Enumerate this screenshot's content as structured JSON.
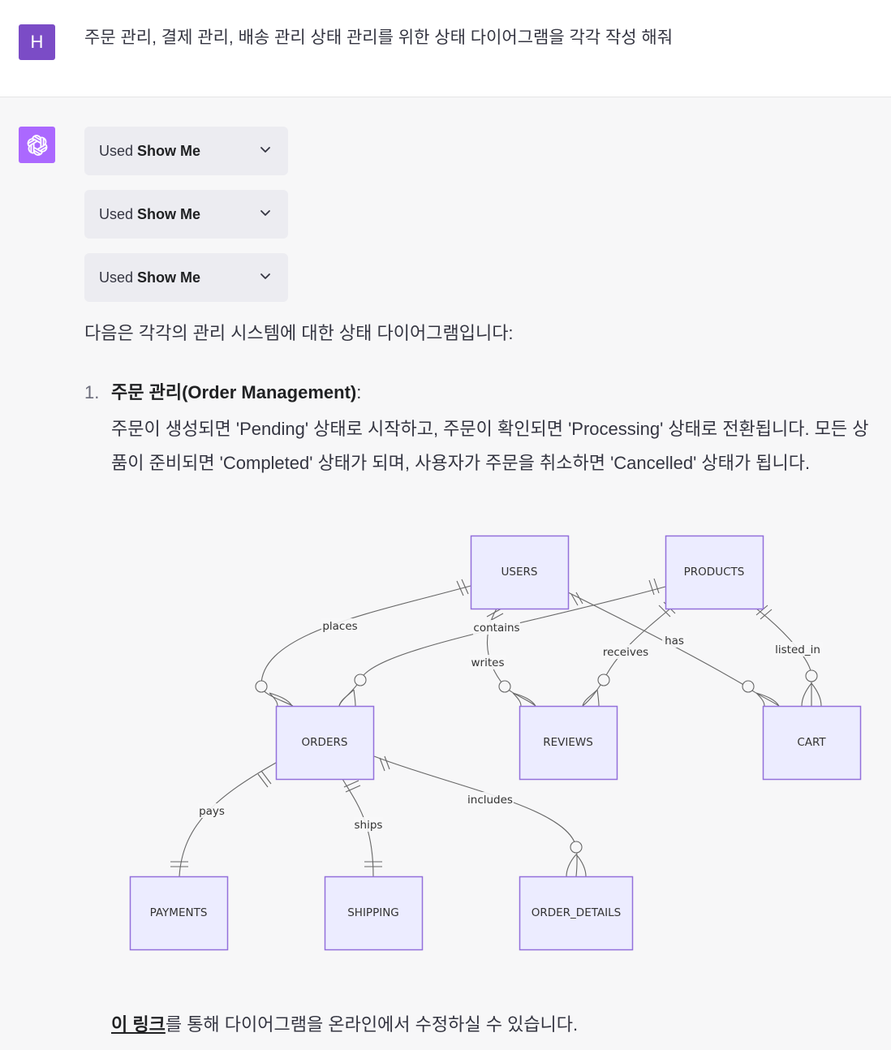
{
  "user": {
    "avatar_letter": "H",
    "message": "주문 관리, 결제 관리, 배송 관리 상태 관리를 위한 상태 다이어그램을 각각 작성 해줘"
  },
  "assistant": {
    "avatar_icon": "openai-logo-icon",
    "plugin_calls": [
      {
        "prefix": "Used ",
        "name": "Show Me"
      },
      {
        "prefix": "Used ",
        "name": "Show Me"
      },
      {
        "prefix": "Used ",
        "name": "Show Me"
      }
    ],
    "intro": "다음은 각각의 관리 시스템에 대한 상태 다이어그램입니다:",
    "list": [
      {
        "number": "1.",
        "title": "주문 관리(Order Management)",
        "title_suffix": ":",
        "description": "주문이 생성되면 'Pending' 상태로 시작하고, 주문이 확인되면 'Processing' 상태로 전환됩니다. 모든 상품이 준비되면 'Completed' 상태가 되며, 사용자가 주문을 취소하면 'Cancelled' 상태가 됩니다."
      }
    ],
    "footer": {
      "link_text": "이 링크",
      "rest": "를 통해 다이어그램을 온라인에서 수정하실 수 있습니다."
    }
  },
  "diagram": {
    "type": "er",
    "entities": [
      "USERS",
      "PRODUCTS",
      "ORDERS",
      "REVIEWS",
      "CART",
      "PAYMENTS",
      "SHIPPING",
      "ORDER_DETAILS"
    ],
    "relationships": [
      {
        "from": "USERS",
        "to": "ORDERS",
        "label": "places"
      },
      {
        "from": "PRODUCTS",
        "to": "ORDERS",
        "label": "contains"
      },
      {
        "from": "USERS",
        "to": "REVIEWS",
        "label": "writes"
      },
      {
        "from": "PRODUCTS",
        "to": "REVIEWS",
        "label": "receives"
      },
      {
        "from": "USERS",
        "to": "CART",
        "label": "has"
      },
      {
        "from": "PRODUCTS",
        "to": "CART",
        "label": "listed_in"
      },
      {
        "from": "ORDERS",
        "to": "PAYMENTS",
        "label": "pays"
      },
      {
        "from": "ORDERS",
        "to": "SHIPPING",
        "label": "ships"
      },
      {
        "from": "ORDERS",
        "to": "ORDER_DETAILS",
        "label": "includes"
      }
    ]
  }
}
